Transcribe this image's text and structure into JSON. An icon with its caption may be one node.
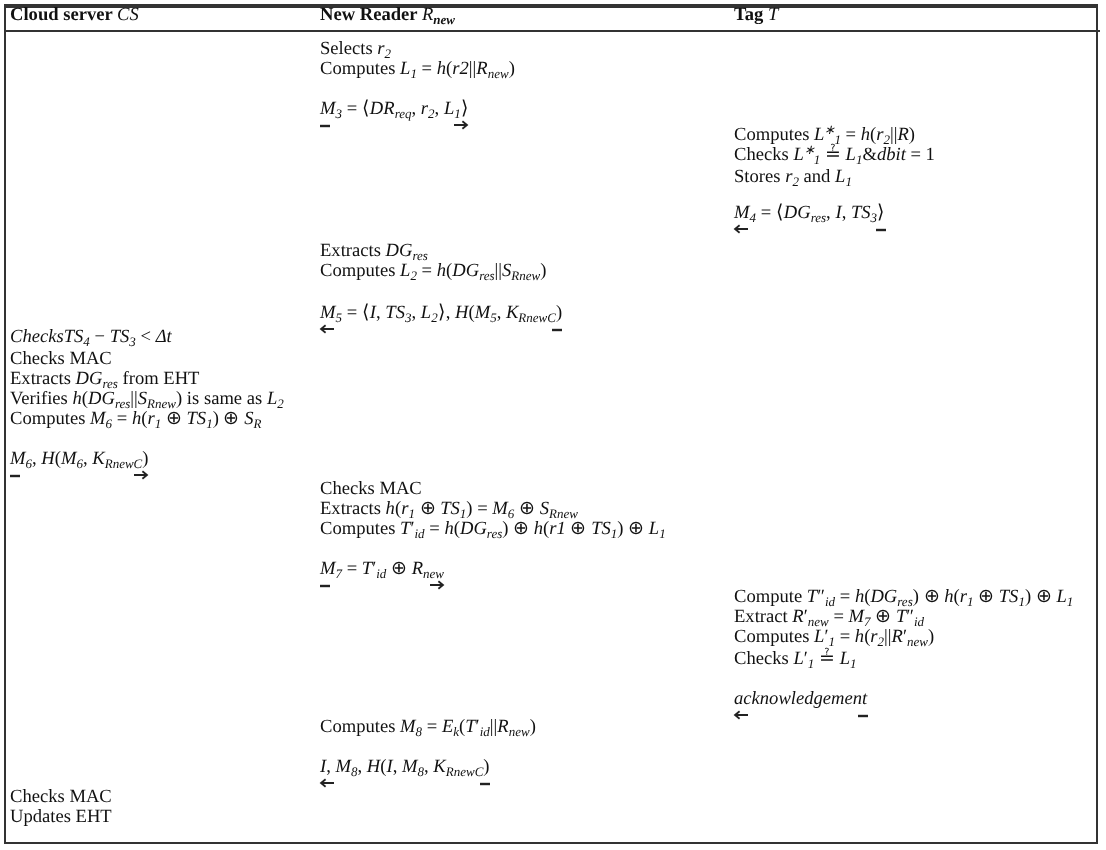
{
  "diagram": {
    "labels": [
      "Cloud server *CS*",
      "New Reader *R*$_{new}$",
      "Tag *T*",
      "Selects *r*$_{2}$",
      "Computes *L*$_{1}$ = *h*(*r2*||*R*$_{new}$)",
      "*M*$_{3}$ = ⟨*DR*$_{req}$, *r*$_{2}$, *L*$_{1}$⟩",
      "Computes *L*$^{∗}$$_{1}$ = *h*(*r*$_{2}$||*R*)",
      "Checks *L*$^{∗}$$_{1}$ ≟ *L*$_{1}$&*dbit* = 1",
      "Stores *r*$_{2}$ and *L*$_{1}$",
      "*M*$_{4}$ = ⟨*DG*$_{res}$, *I*, *TS*$_{3}$⟩",
      "Extracts *DG*$_{res}$",
      "Computes *L*$_{2}$ = *h*(*DG*$_{res}$||*S*$_{Rnew}$)",
      "*M*$_{5}$ = ⟨*I*, *TS*$_{3}$, *L*$_{2}$⟩, *H*(*M*$_{5}$, *K*$_{RnewC}$)",
      "*ChecksTS*$_{4}$ − *TS*$_{3}$ < *Δt*",
      "Checks MAC",
      "Extracts *DG*$_{res}$ from EHT",
      "Verifies *h*(*DG*$_{res}$||*S*$_{Rnew}$) is same as *L*$_{2}$",
      "Computes *M*$_{6}$ = *h*(*r*$_{1}$ ⊕ *TS*$_{1}$) ⊕ *S*$_{R}$",
      "*M*$_{6}$, *H*(*M*$_{6}$, *K*$_{RnewC}$)",
      "Checks MAC",
      "Extracts *h*(*r*$_{1}$ ⊕ *TS*$_{1}$) = *M*$_{6}$ ⊕ *S*$_{Rnew}$",
      "Computes *T*′$_{id}$ = *h*(*DG*$_{res}$) ⊕ *h*(*r1* ⊕ *TS*$_{1}$) ⊕ *L*$_{1}$",
      "*M*$_{7}$ = *T*′$_{id}$ ⊕ *R*$_{new}$",
      "Compute *T*″$_{id}$ = *h*(*DG*$_{res}$) ⊕ *h*(*r*$_{1}$ ⊕ *TS*$_{1}$) ⊕ *L*$_{1}$",
      "Extract *R*′$_{new}$ = *M*$_{7}$ ⊕ *T*″$_{id}$",
      "Computes *L*′$_{1}$ = *h*(*r*$_{2}$||*R*′$_{new}$)",
      "Checks *L*′$_{1}$ ≟ *L*$_{1}$",
      "acknowledgement",
      "Computes *M*$_{8}$ = *E*$_{k}$(*T*′$_{id}$||*R*$_{new}$)",
      "*I*, *M*$_{8}$, *H*(*I*, *M*$_{8}$, *K*$_{RnewC}$)",
      "Checks MAC",
      "Updates EHT"
    ]
  }
}
